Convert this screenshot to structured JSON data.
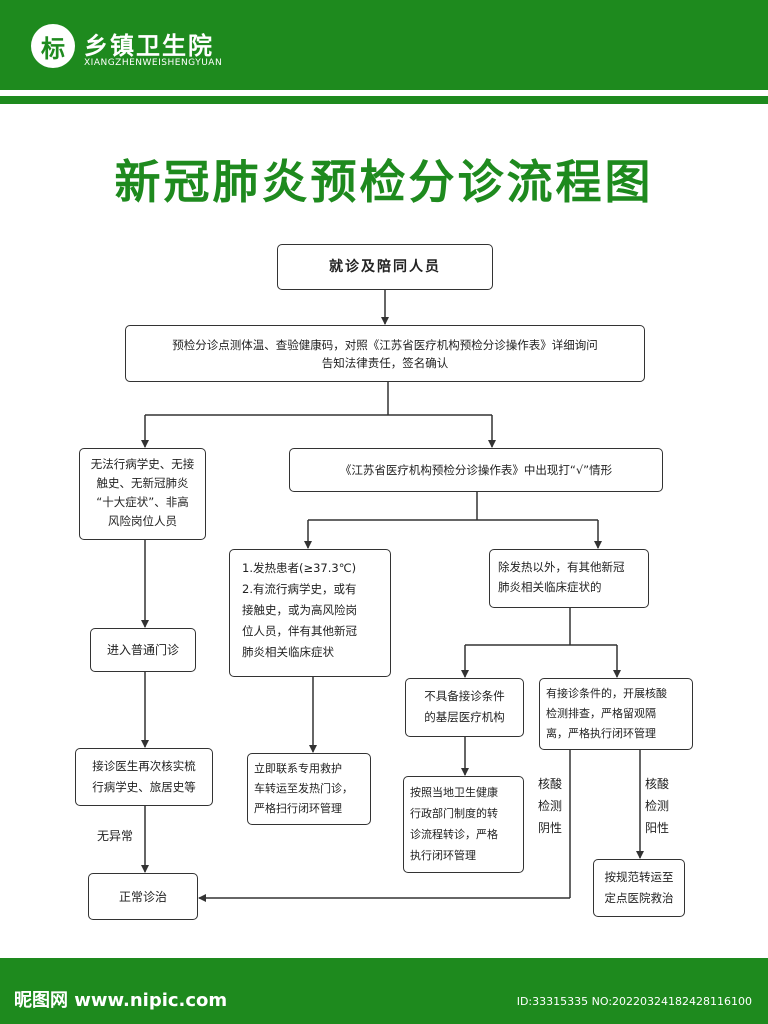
{
  "header": {
    "logo_char": "标",
    "name": "乡镇卫生院",
    "subtitle": "XIANGZHENWEISHENGYUAN"
  },
  "title": "新冠肺炎预检分诊流程图",
  "flow": {
    "start": "就诊及陪同人员",
    "triage": [
      "预检分诊点测体温、查验健康码，对照《江苏省医疗机构预检分诊操作表》详细询问",
      "告知法律责任，签名确认"
    ],
    "no_history": [
      "无法行病学史、无接",
      "触史、无新冠肺炎",
      "“十大症状”、非高",
      "风险岗位人员"
    ],
    "checkmark": "《江苏省医疗机构预检分诊操作表》中出现打“√”情形",
    "fever": [
      "1.发热患者(≥37.3℃)",
      "2.有流行病学史，或有",
      "接触史，或为高风险岗",
      "位人员，伴有其他新冠",
      "肺炎相关临床症状"
    ],
    "other_symptoms": [
      "除发热以外，有其他新冠",
      "肺炎相关临床症状的"
    ],
    "general_clinic": "进入普通门诊",
    "recheck": [
      "接诊医生再次核实梳",
      "行病学史、旅居史等"
    ],
    "normal": "正常诊治",
    "emergency": [
      "立即联系专用救护",
      "车转运至发热门诊，",
      "严格扫行闭环管理"
    ],
    "no_capacity": [
      "不具备接诊条件",
      "的基层医疗机构"
    ],
    "capacity": [
      "有接诊条件的，开展核酸",
      "检测排查，严格留观隔",
      "离，严格执行闭环管理"
    ],
    "transfer_rules": [
      "按照当地卫生健康",
      "行政部门制度的转",
      "诊流程转诊，严格",
      "执行闭环管理"
    ],
    "designated": [
      "按规范转运至",
      "定点医院救治"
    ],
    "label_no_abnormal": "无异常",
    "label_negative": [
      "核酸",
      "检测",
      "阴性"
    ],
    "label_positive": [
      "核酸",
      "检测",
      "阳性"
    ]
  },
  "footer": {
    "watermark": "昵图网 www.nipic.com",
    "id": "ID:33315335 NO:20220324182428116100"
  },
  "colors": {
    "brand_green": "#1e8a1e",
    "line": "#333333"
  }
}
